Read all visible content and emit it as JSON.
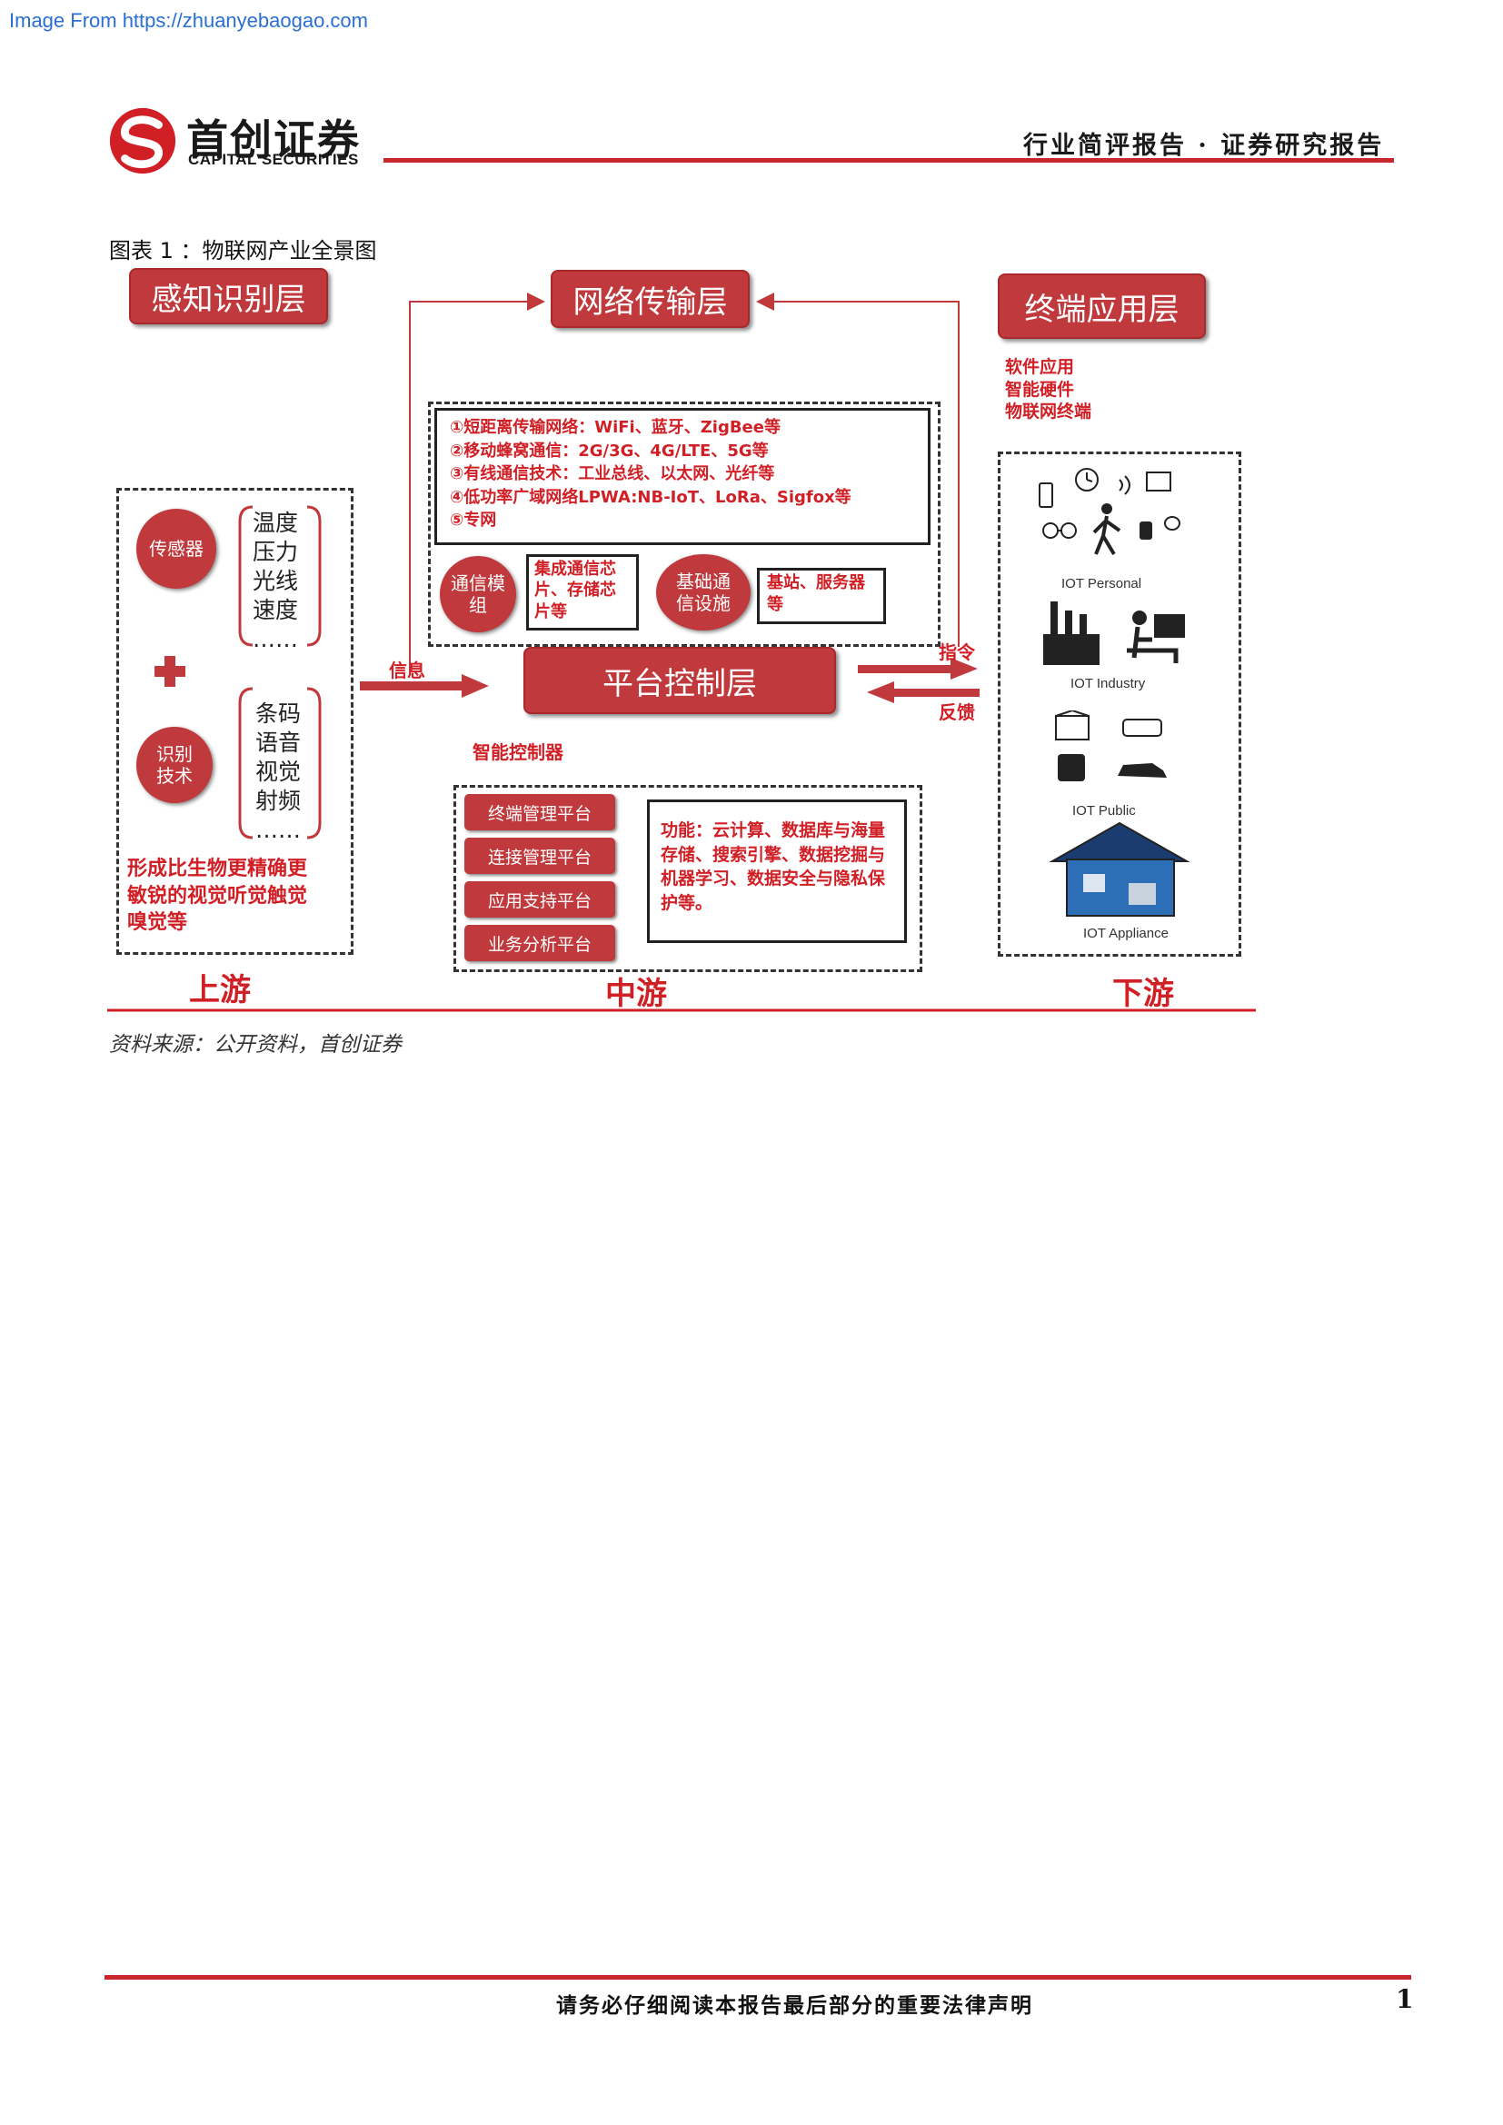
{
  "watermark": "Image From https://zhuanyebaogao.com",
  "header": {
    "logo_cn": "首创证券",
    "logo_en": "CAPITAL SECURITIES",
    "title": "行业简评报告 · 证券研究报告",
    "brand_color": "#c8282d"
  },
  "figure": {
    "caption": "图表 1 ：物联网产业全景图",
    "layers": {
      "perception": "感知识别层",
      "network": "网络传输层",
      "terminal": "终端应用层",
      "platform": "平台控制层"
    },
    "network_list": [
      "①短距离传输网络：WiFi、蓝牙、ZigBee等",
      "②移动蜂窝通信：2G/3G、4G/LTE、5G等",
      "③有线通信技术：工业总线、以太网、光纤等",
      "④低功率广域网络LPWA:NB-IoT、LoRa、Sigfox等",
      "⑤专网"
    ],
    "comm_module": "通信模组",
    "chips": "集成通信芯片、存储芯片等",
    "infra": "基础通信设施",
    "stations": "基站、服务器等",
    "sensor": "传感器",
    "sensor_items": [
      "温度",
      "压力",
      "光线",
      "速度",
      "……"
    ],
    "recog": "识别技术",
    "recog_items": [
      "条码",
      "语音",
      "视觉",
      "射频",
      "……"
    ],
    "upstream_note": "形成比生物更精确更敏锐的视觉听觉触觉嗅觉等",
    "info_label": "信息",
    "command_label": "指令",
    "feedback_label": "反馈",
    "smart_controller": "智能控制器",
    "platforms": [
      "终端管理平台",
      "连接管理平台",
      "应用支持平台",
      "业务分析平台"
    ],
    "functions": "功能：云计算、数据库与海量存储、搜索引擎、数据挖掘与机器学习、数据安全与隐私保护等。",
    "terminal_list": [
      "软件应用",
      "智能硬件",
      "物联网终端"
    ],
    "iot_labels": [
      "IOT Personal",
      "IOT Industry",
      "IOT Public",
      "IOT Appliance"
    ],
    "stage_labels": [
      "上游",
      "中游",
      "下游"
    ]
  },
  "source": "资料来源：公开资料，首创证券",
  "footer": {
    "text": "请务必仔细阅读本报告最后部分的重要法律声明",
    "page": "1"
  }
}
